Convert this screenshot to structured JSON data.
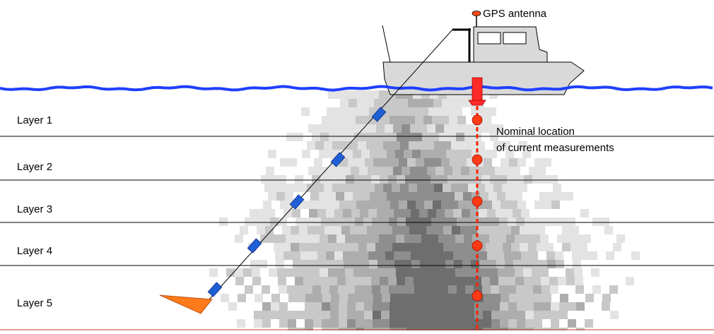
{
  "layers": [
    {
      "label": "Layer 1"
    },
    {
      "label": "Layer 2"
    },
    {
      "label": "Layer 3"
    },
    {
      "label": "Layer 4"
    },
    {
      "label": "Layer 5"
    }
  ],
  "annotations": {
    "gps": "GPS antenna",
    "nominal_line1": "Nominal location",
    "nominal_line2": "of current measurements"
  },
  "colors": {
    "water_surface": "#1f3fff",
    "layer_line": "#000000",
    "boat_hull": "#d9d9d9",
    "boat_outline": "#000000",
    "sensor_block": "#1f5fd6",
    "measurement_dot": "#ff3a16",
    "measurement_line": "#ff2000",
    "transducer": "#ff2a2a",
    "fish": "#ff7a1a",
    "plume": "#bfbfbf"
  },
  "icons": {
    "boat": "survey-boat-icon",
    "gps": "gps-antenna-icon",
    "sensor": "towed-sensor-icon",
    "fish": "tow-fish-icon"
  }
}
